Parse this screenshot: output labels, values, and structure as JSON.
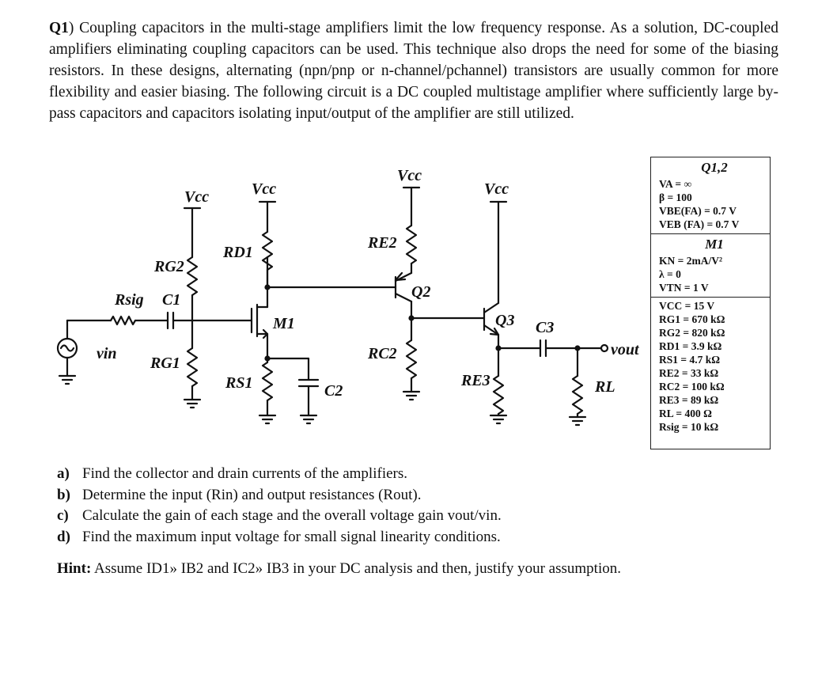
{
  "intro": {
    "qnum": "Q1",
    "text": ") Coupling capacitors in the multi-stage amplifiers limit the low frequency response. As a solution, DC-coupled amplifiers eliminating coupling capacitors can be used. This technique also drops the need for some of the biasing resistors. In these designs, alternating (npn/pnp or n-channel/pchannel) transistors are usually common for more flexibility and easier biasing. The following circuit is a DC coupled multistage amplifier where sufficiently large by-pass capacitors and capacitors isolating input/output of the amplifier are still utilized."
  },
  "circuit": {
    "vcc": "Vcc",
    "rsig": "Rsig",
    "c1": "C1",
    "c2": "C2",
    "c3": "C3",
    "rg2": "RG2",
    "rg1": "RG1",
    "rd1": "RD1",
    "rs1": "RS1",
    "re2": "RE2",
    "rc2": "RC2",
    "re3": "RE3",
    "rl": "RL",
    "m1": "M1",
    "q2": "Q2",
    "q3": "Q3",
    "vin": "vin",
    "vout": "vout"
  },
  "params": {
    "q12_title": "Q1,2",
    "q12": [
      "VA = ∞",
      "β = 100",
      "VBE(FA) = 0.7 V",
      "VEB (FA) = 0.7 V"
    ],
    "m1_title": "M1",
    "m1": [
      "KN = 2mA/V²",
      "λ = 0",
      "VTN = 1 V"
    ],
    "values": [
      "VCC = 15 V",
      "RG1 = 670 kΩ",
      "RG2 = 820 kΩ",
      "RD1 = 3.9 kΩ",
      "RS1 = 4.7 kΩ",
      "RE2 = 33 kΩ",
      "RC2 = 100 kΩ",
      "RE3 = 89 kΩ",
      "RL = 400 Ω",
      "Rsig = 10 kΩ"
    ]
  },
  "questions": [
    {
      "label": "a)",
      "text": "Find the collector and drain currents of the amplifiers."
    },
    {
      "label": "b)",
      "text": "Determine the input (Rin) and output resistances (Rout)."
    },
    {
      "label": "c)",
      "text": "Calculate the gain of each stage and the overall voltage gain vout/vin."
    },
    {
      "label": "d)",
      "text": "Find the maximum input voltage for small signal linearity conditions."
    }
  ],
  "hint": {
    "label": "Hint:",
    "text": "Assume ID1» IB2 and IC2» IB3 in your DC analysis and then, justify your assumption."
  }
}
